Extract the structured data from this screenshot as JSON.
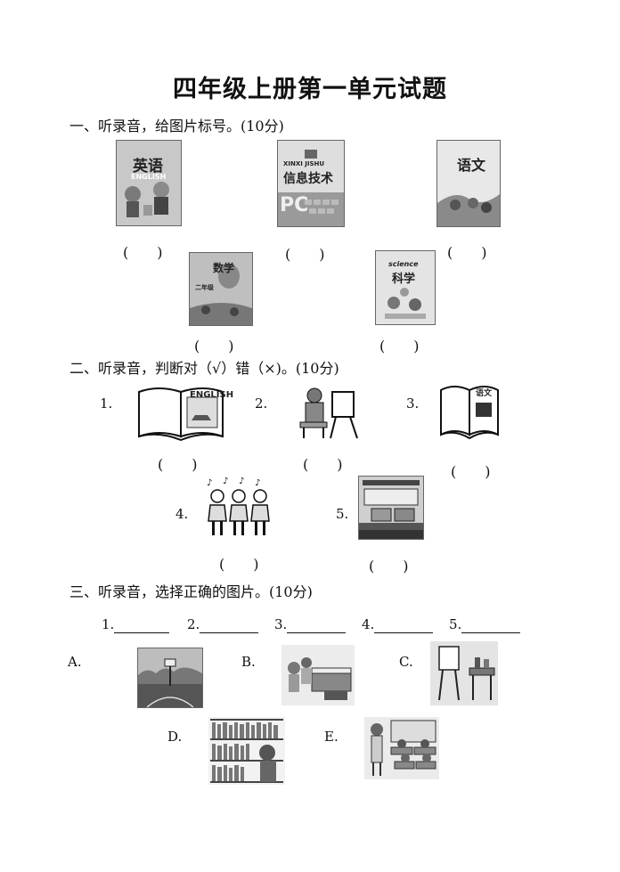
{
  "title": "四年级上册第一单元试题",
  "section1": {
    "heading": "一、听录音，给图片标号。(10分)",
    "paren": "(　　)",
    "books": [
      {
        "name": "english-book",
        "text_cn": "英语",
        "text_en": "ENGLISH"
      },
      {
        "name": "it-book",
        "text_pinyin": "XINXI JISHU",
        "text_cn": "信息技术",
        "text_pc": "PC"
      },
      {
        "name": "chinese-book",
        "text_cn": "语文"
      },
      {
        "name": "math-book",
        "text_cn": "数学",
        "text_grade": "二年级"
      },
      {
        "name": "science-book",
        "text_en": "science",
        "text_cn": "科学"
      }
    ]
  },
  "section2": {
    "heading": "二、听录音，判断对（√）错（×)。(10分)",
    "paren": "(　　)",
    "items": [
      {
        "num": "1.",
        "name": "english-book-open",
        "label": "ENGLISH"
      },
      {
        "num": "2.",
        "name": "painting-child"
      },
      {
        "num": "3.",
        "name": "chinese-book-open",
        "label": "语文"
      },
      {
        "num": "4.",
        "name": "singing-children"
      },
      {
        "num": "5.",
        "name": "computer-room"
      }
    ]
  },
  "section3": {
    "heading": "三、听录音，选择正确的图片。(10分)",
    "blanks": [
      "1.",
      "2.",
      "3.",
      "4.",
      "5."
    ],
    "options": [
      {
        "letter": "A.",
        "name": "basketball-court"
      },
      {
        "letter": "B.",
        "name": "music-room"
      },
      {
        "letter": "C.",
        "name": "art-room"
      },
      {
        "letter": "D.",
        "name": "library"
      },
      {
        "letter": "E.",
        "name": "classroom"
      }
    ]
  }
}
